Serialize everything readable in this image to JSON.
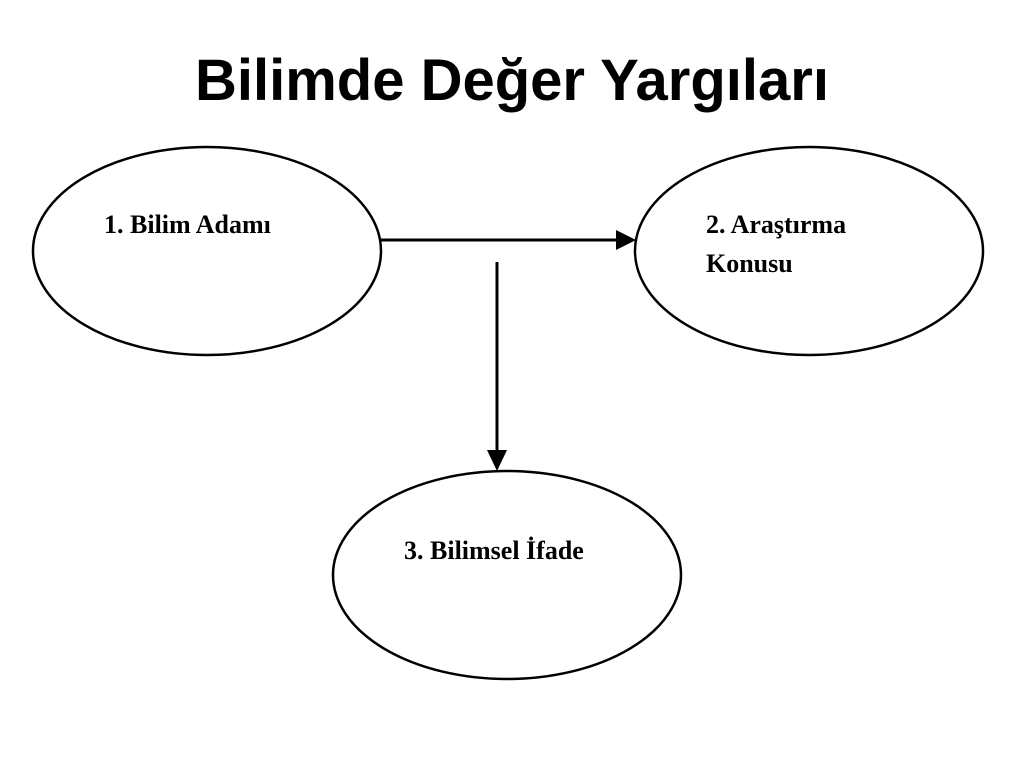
{
  "title": "Bilimde Değer Yargıları",
  "nodes": [
    {
      "id": "bilim-adami",
      "label_lines": [
        "1. Bilim Adamı"
      ]
    },
    {
      "id": "arastirma-konusu",
      "label_lines": [
        "2. Araştırma",
        "Konusu"
      ]
    },
    {
      "id": "bilimsel-ifade",
      "label_lines": [
        "3. Bilimsel İfade"
      ]
    }
  ],
  "edges": [
    {
      "from": "bilim-adami",
      "to": "arastirma-konusu"
    },
    {
      "from": "bilim-adami",
      "to": "bilimsel-ifade"
    }
  ],
  "colors": {
    "stroke": "#000000",
    "background": "#ffffff",
    "text": "#000000"
  }
}
